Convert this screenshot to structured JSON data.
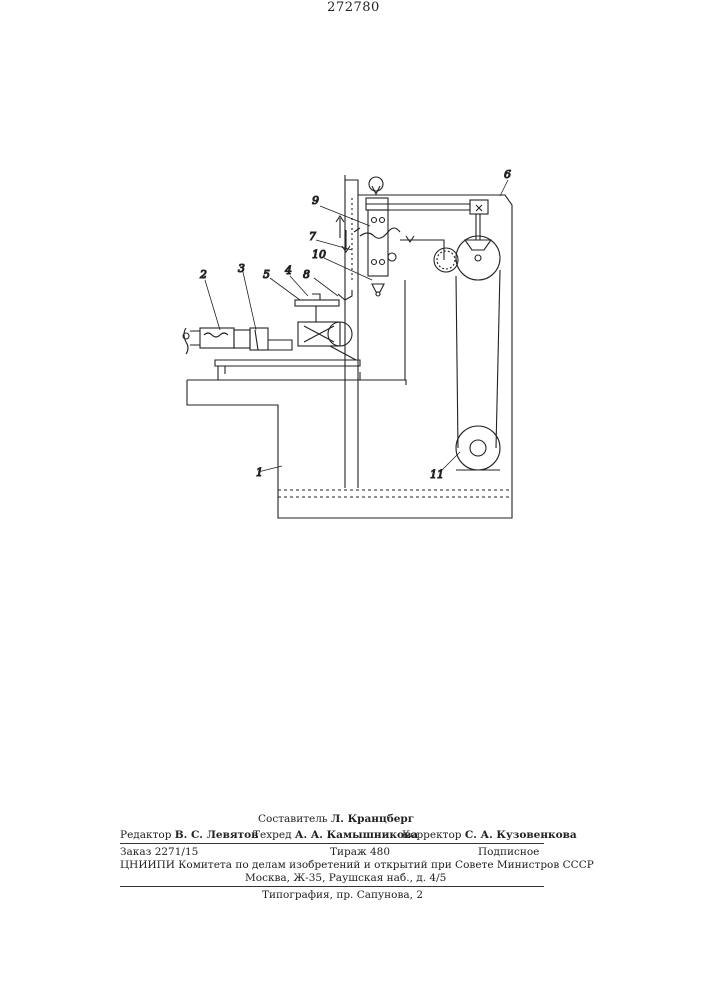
{
  "patent_number": "272780",
  "figure_labels": [
    "1",
    "2",
    "3",
    "4",
    "5",
    "6",
    "7",
    "8",
    "9",
    "10",
    "11"
  ],
  "credits": {
    "compiler_role": "Составитель",
    "compiler_name": "Л. Кранцберг",
    "editor_role": "Редактор",
    "editor_name": "В. С. Левятов",
    "techred_role": "Техред",
    "techred_name": "А. А. Камышникова",
    "corrector_role": "Корректор",
    "corrector_name": "С. А. Кузовенкова"
  },
  "order": {
    "order_no": "Заказ 2271/15",
    "circulation": "Тираж 480",
    "subscription": "Подписное",
    "institute": "ЦНИИПИ Комитета по делам изобретений и открытий при Совете Министров СССР",
    "address": "Москва, Ж-35, Раушская наб., д. 4/5"
  },
  "printer": "Типография, пр. Сапунова, 2"
}
